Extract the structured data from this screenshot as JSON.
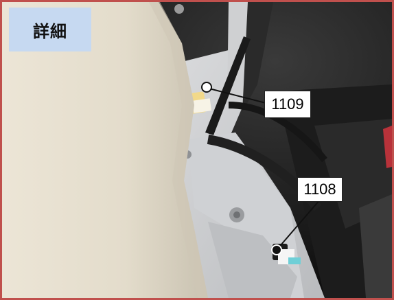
{
  "detail_label": "詳細",
  "callouts": [
    {
      "label": "1109"
    },
    {
      "label": "1108"
    }
  ],
  "colors": {
    "frame": "#c0504d",
    "label_bg": "#c6d9f1"
  }
}
